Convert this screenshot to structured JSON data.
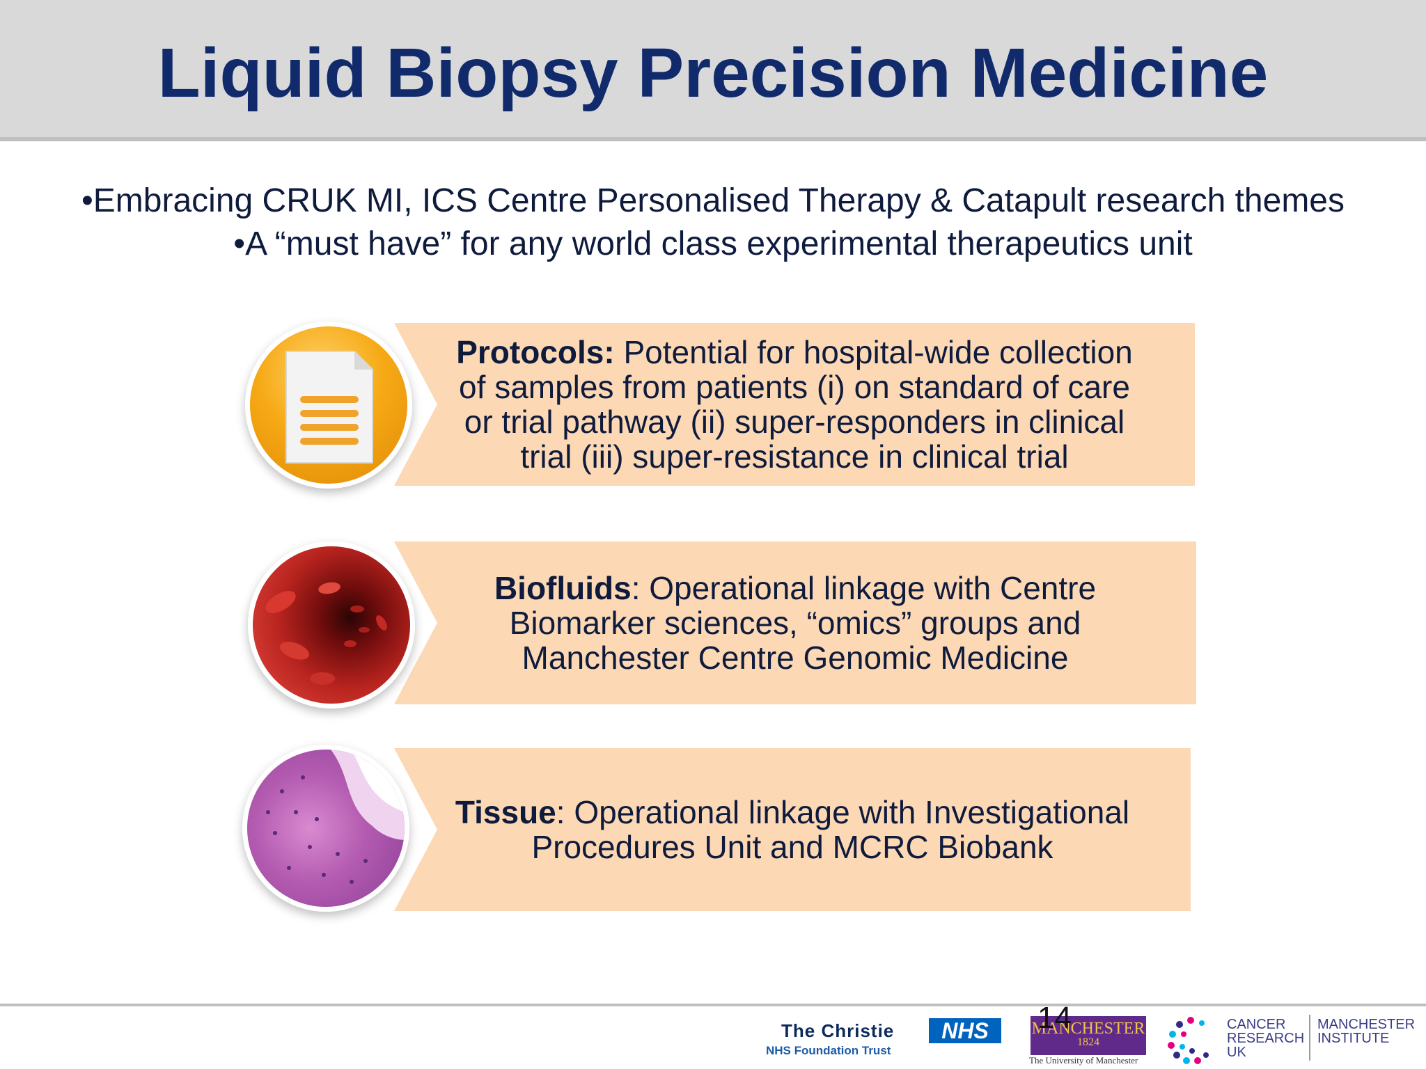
{
  "header": {
    "title": "Liquid Biopsy Precision Medicine"
  },
  "bullets": [
    "•Embracing CRUK MI, ICS Centre Personalised Therapy & Catapult research themes",
    "•A “must have” for any world class experimental therapeutics unit"
  ],
  "items": [
    {
      "icon": "document-icon",
      "heading": "Protocols:",
      "text_line1": " Potential for hospital-wide collection",
      "text_line2": "of samples from patients (i) on standard of care",
      "text_line3": "or trial pathway (ii) super-responders in clinical",
      "text_line4": "trial (iii) super-resistance in clinical trial"
    },
    {
      "icon": "blood-vessel-icon",
      "heading": "Biofluids",
      "text_line1": ": Operational linkage with Centre",
      "text_line2": "Biomarker sciences, “omics” groups and",
      "text_line3": "Manchester Centre Genomic Medicine"
    },
    {
      "icon": "tissue-sample-icon",
      "heading": "Tissue",
      "text_line1": ": Operational linkage with Investigational",
      "text_line2": "Procedures Unit and MCRC Biobank"
    }
  ],
  "footer": {
    "page_number": "14",
    "christie_name": "The Christie",
    "christie_sub": "NHS Foundation Trust",
    "nhs": "NHS",
    "manchester_name": "MANCHESTER",
    "manchester_year": "1824",
    "manchester_sub": "The University of Manchester",
    "cruk_line1": "CANCER",
    "cruk_line2": "RESEARCH",
    "cruk_line3": "UK",
    "mi_line1": "MANCHESTER",
    "mi_line2": "INSTITUTE"
  },
  "colors": {
    "title": "#102a6b",
    "header_bg": "#d9d9d9",
    "card_bg": "#fcd8b4"
  }
}
